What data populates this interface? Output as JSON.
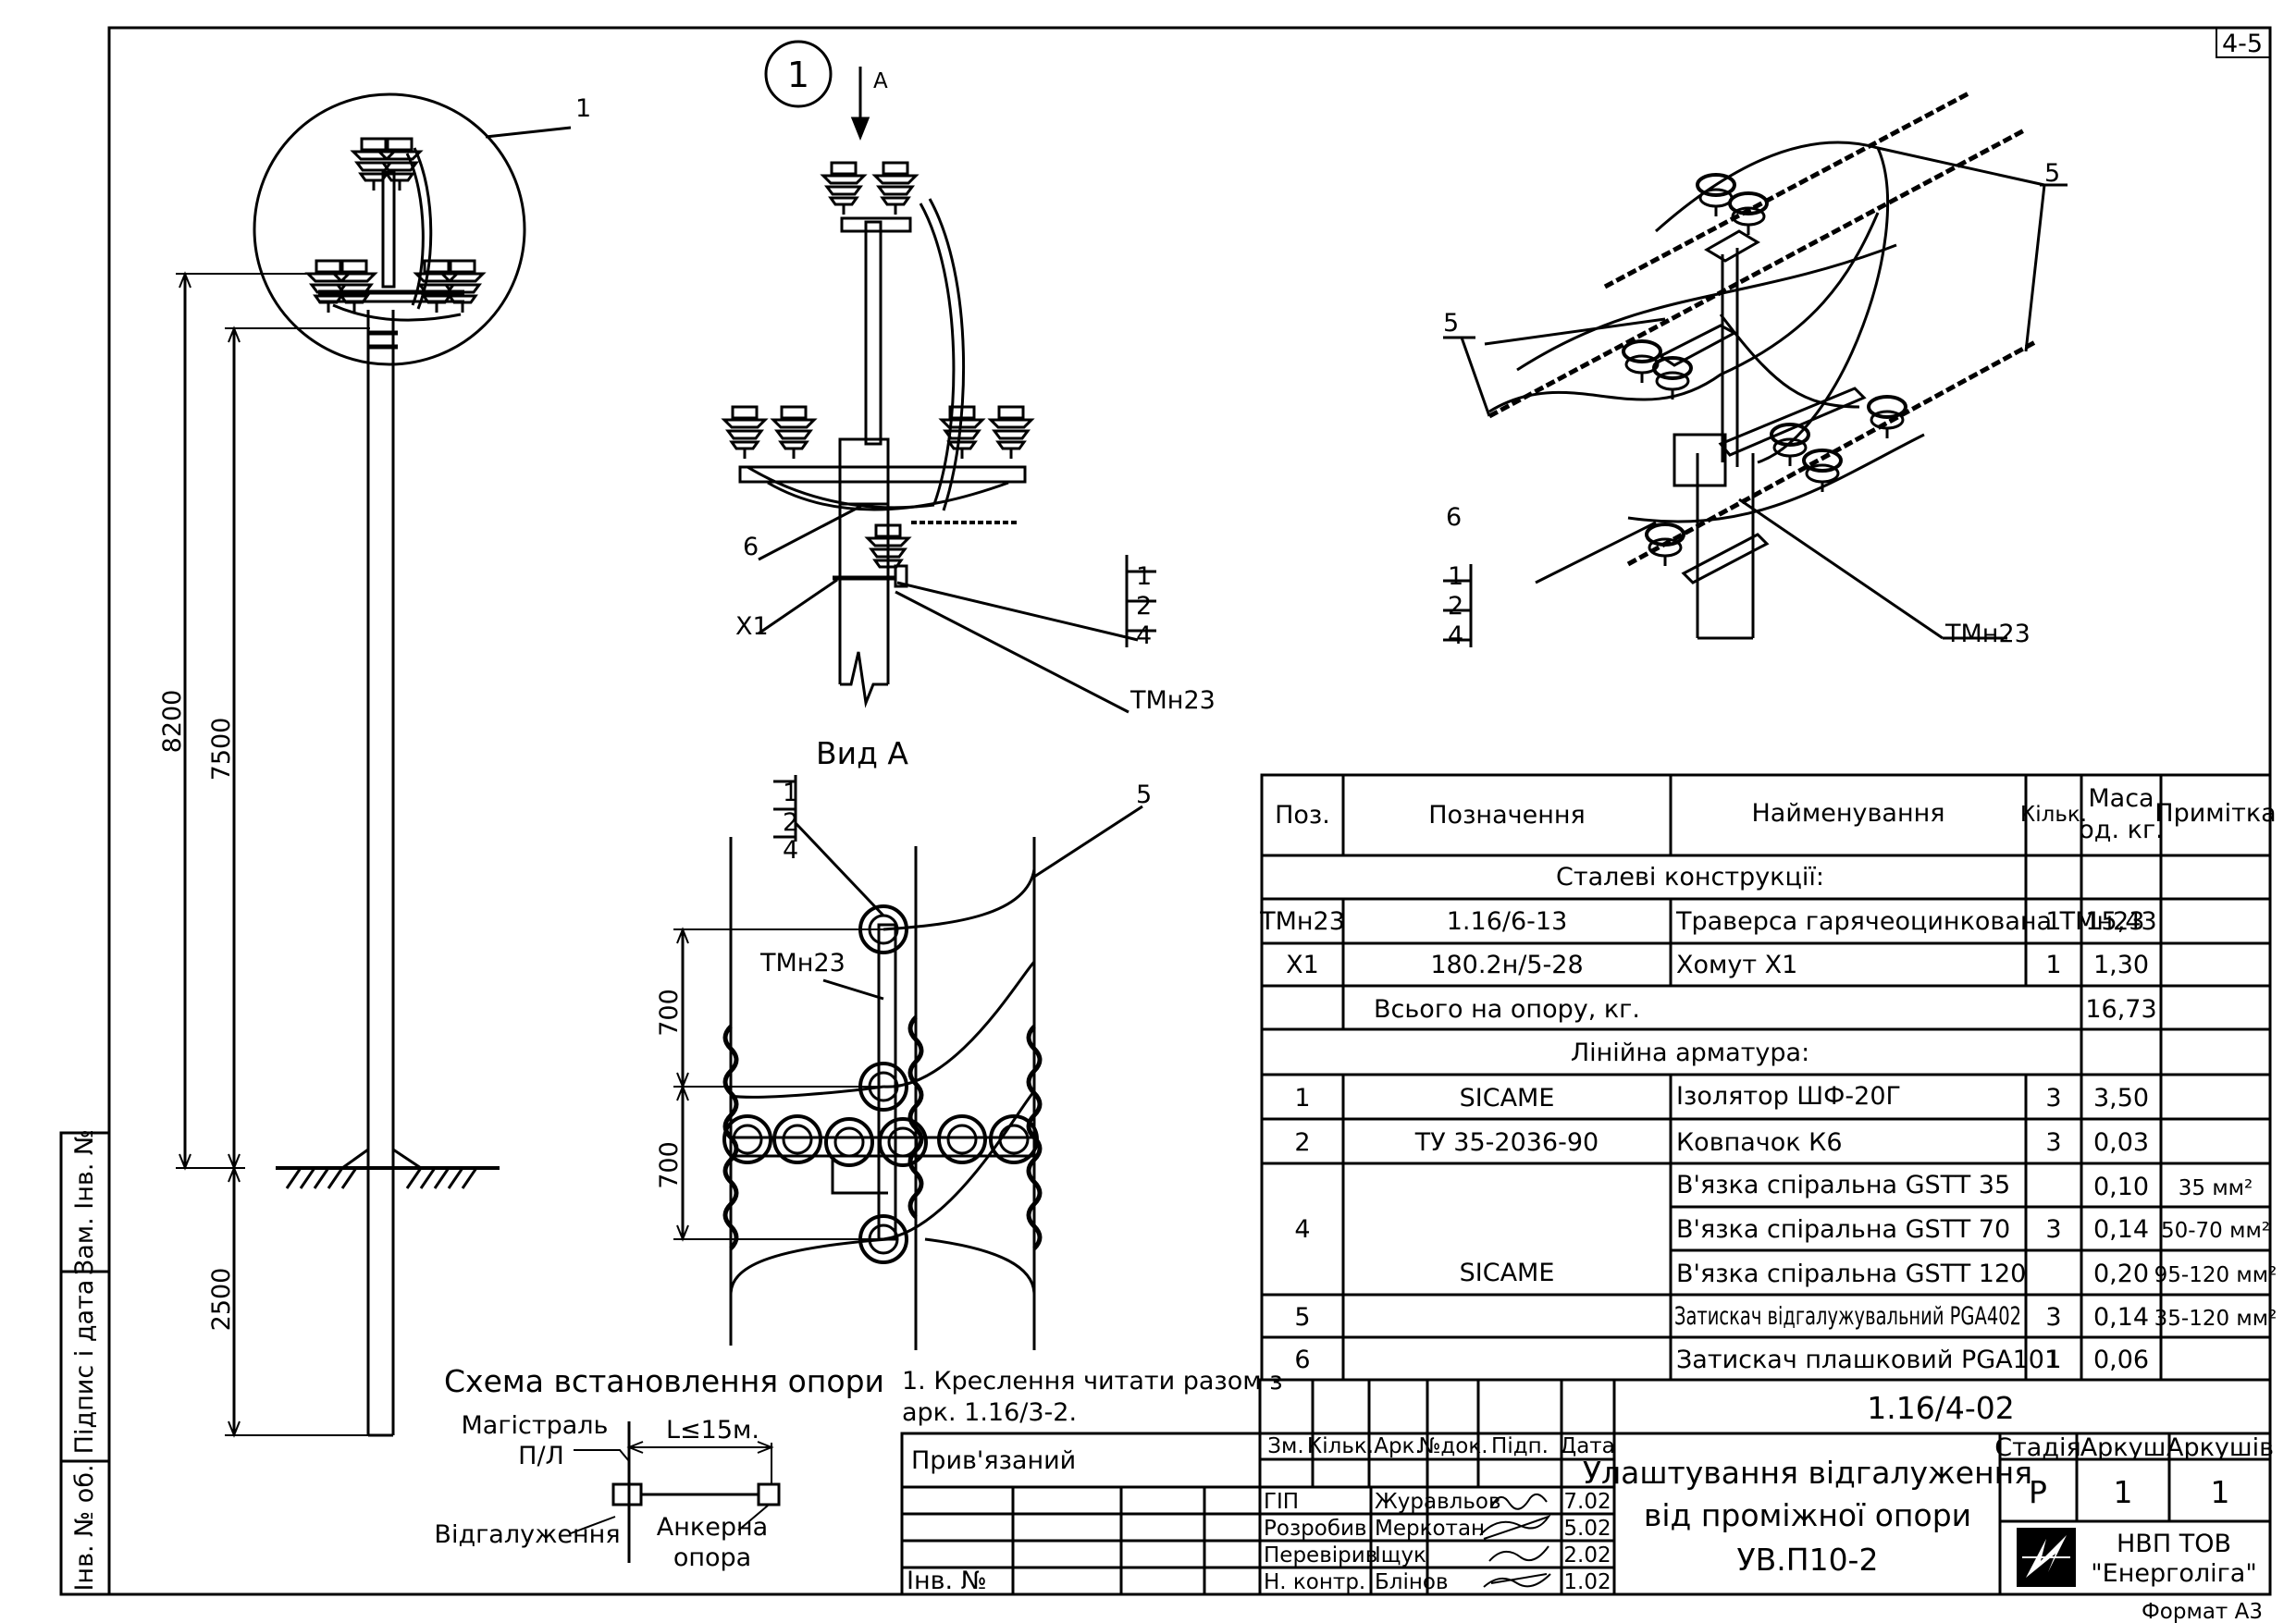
{
  "sheet_code": "4-5",
  "format": "Формат А3",
  "callouts": {
    "node": "1",
    "arrow": "А",
    "c1": "1",
    "c2": "2",
    "c4": "4",
    "c5": "5",
    "c6": "6",
    "x1": "Х1",
    "tmn23": "ТМн23"
  },
  "dims": {
    "d8200": "8200",
    "d7500": "7500",
    "d2500": "2500",
    "d700a": "700",
    "d700b": "700"
  },
  "view_a_title": "Вид А",
  "scheme": {
    "title": "Схема встановлення опори",
    "main_line_1": "Магістраль",
    "main_line_2": "П/Л",
    "distance": "L≤15м.",
    "branch": "Відгалуження",
    "anchor_1": "Анкерна",
    "anchor_2": "опора"
  },
  "note": {
    "line1": "1. Креслення читати разом з",
    "line2": "арк. 1.16/3-2."
  },
  "spec": {
    "headers": {
      "pos": "Поз.",
      "designation": "Позначення",
      "name": "Найменування",
      "qty": "Кільк.",
      "mass1": "Маса",
      "mass2": "од. кг.",
      "note": "Примітка"
    },
    "section_steel": "Сталеві конструкції:",
    "steel_rows": [
      {
        "pos": "ТМн23",
        "designation": "1.16/6-13",
        "name": "Траверса гарячеоцинкована ТМн23",
        "qty": "1",
        "mass": "15,43",
        "note": ""
      },
      {
        "pos": "Х1",
        "designation": "180.2н/5-28",
        "name": "Хомут Х1",
        "qty": "1",
        "mass": "1,30",
        "note": ""
      }
    ],
    "total_label": "Всього на опору, кг.",
    "total_mass": "16,73",
    "section_line": "Лінійна арматура:",
    "row1": {
      "pos": "1",
      "designation": "SICAME",
      "name": "Ізолятор ШФ-20Г",
      "qty": "3",
      "mass": "3,50"
    },
    "row2": {
      "pos": "2",
      "designation": "ТУ 35-2036-90",
      "name": "Ковпачок К6",
      "qty": "3",
      "mass": "0,03"
    },
    "row4": {
      "pos": "4",
      "designation": "SICAME",
      "qty": "3",
      "items": [
        {
          "name": "В'язка спіральна GSTT 35",
          "mass": "0,10",
          "note": "35 мм²"
        },
        {
          "name": "В'язка спіральна GSTT 70",
          "mass": "0,14",
          "note": "50-70 мм²"
        },
        {
          "name": "В'язка спіральна GSTT 120",
          "mass": "0,20",
          "note": "95-120 мм²"
        }
      ]
    },
    "row5": {
      "pos": "5",
      "name": "Затискач відгалужувальний PGA402",
      "qty": "3",
      "mass": "0,14",
      "note": "35-120 мм²"
    },
    "row6": {
      "pos": "6",
      "name": "Затискач плашковий PGA101",
      "qty": "1",
      "mass": "0,06"
    }
  },
  "title_block": {
    "doc_code": "1.16/4-02",
    "title_1": "Улаштування відгалуження",
    "title_2": "від проміжної опори",
    "title_3": "УВ.П10-2",
    "rev_headers": [
      "Зм.",
      "Кільк.",
      "Арк.",
      "№док.",
      "Підп.",
      "Дата"
    ],
    "roles": [
      {
        "role": "ГІП",
        "name": "Журавльов",
        "date": "7.02"
      },
      {
        "role": "Розробив",
        "name": "Меркотан",
        "date": "5.02"
      },
      {
        "role": "Перевірив",
        "name": "Іщук",
        "date": "2.02"
      },
      {
        "role": "Н. контр.",
        "name": "Блінов",
        "date": "1.02"
      }
    ],
    "stage_label": "Стадія",
    "sheet_label": "Аркуш",
    "sheets_label": "Аркушів",
    "stage": "Р",
    "sheet": "1",
    "sheets": "1",
    "org_1": "НВП ТОВ",
    "org_2": "\"Енерголіга\"",
    "linked": "Прив'язаний",
    "inv_no": "Інв. №"
  },
  "side_stamp": {
    "s1": "Зам. Інв. №",
    "s2": "Підпис і дата",
    "s3": "Інв. № об."
  }
}
